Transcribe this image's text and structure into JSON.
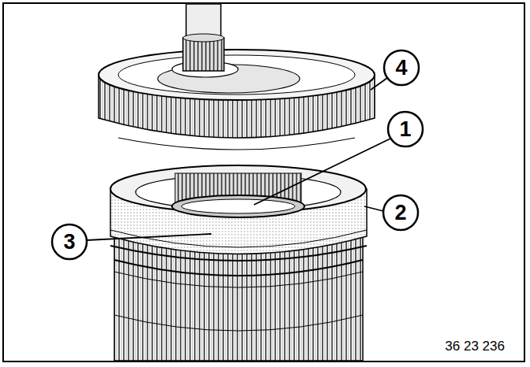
{
  "diagram": {
    "labels": [
      "4",
      "1",
      "2",
      "3",
      "36 23 236"
    ]
  }
}
